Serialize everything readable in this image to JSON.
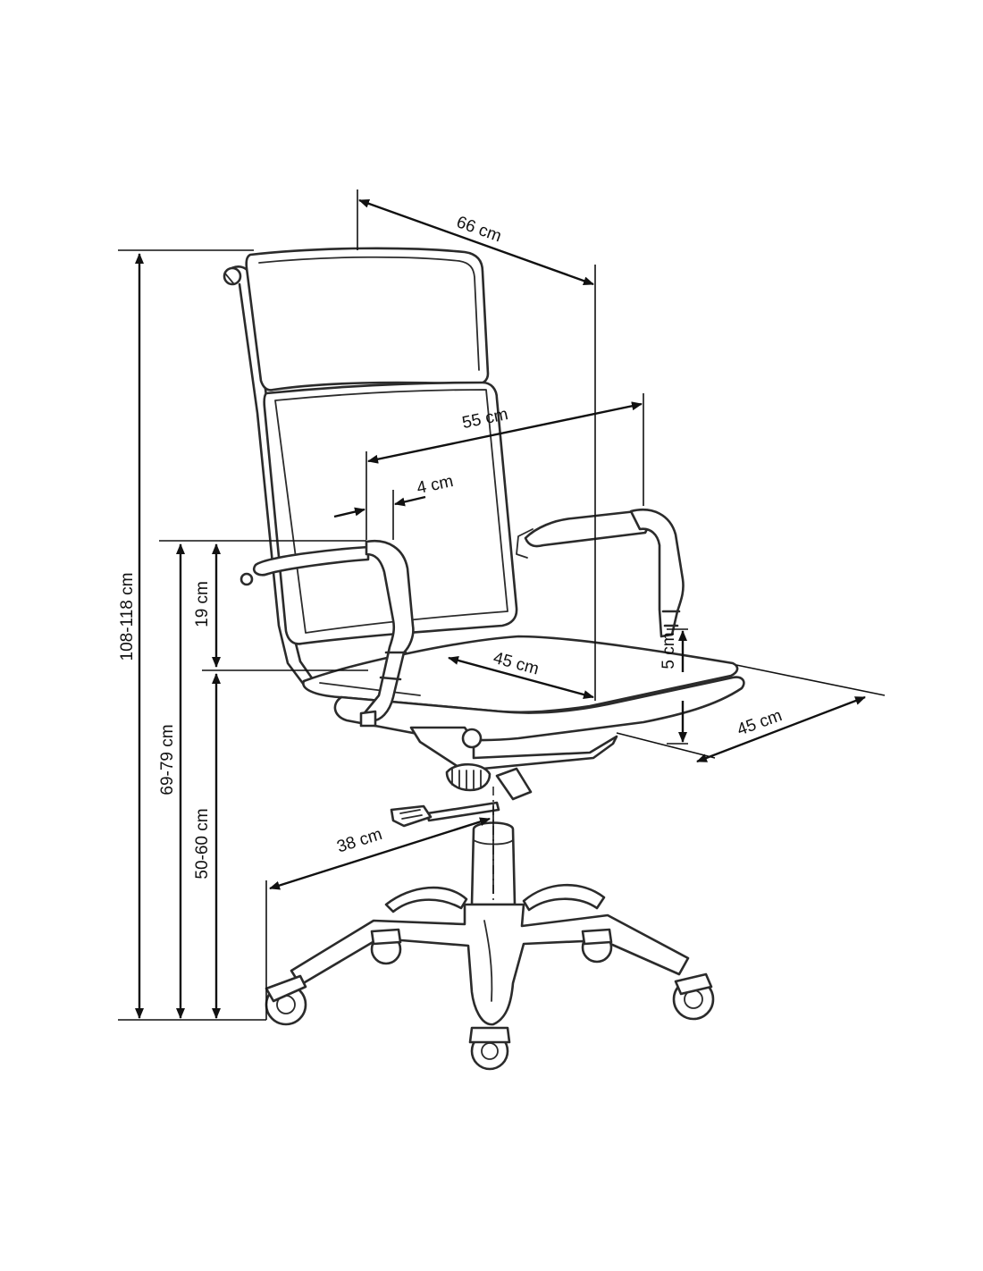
{
  "dimensions": {
    "overall_height": "108-118 cm",
    "width": "66 cm",
    "armrest_distance": "55 cm",
    "armrest_width": "4 cm",
    "armrest_height_above_seat": "19 cm",
    "armrest_height": "69-79 cm",
    "seat_height": "50-60 cm",
    "seat_depth": "45 cm",
    "seat_width": "45 cm",
    "seat_thickness": "5 cm",
    "base_radius": "38 cm"
  },
  "colors": {
    "line": "#2b2b2b",
    "dimension": "#111111",
    "background": "#ffffff"
  }
}
